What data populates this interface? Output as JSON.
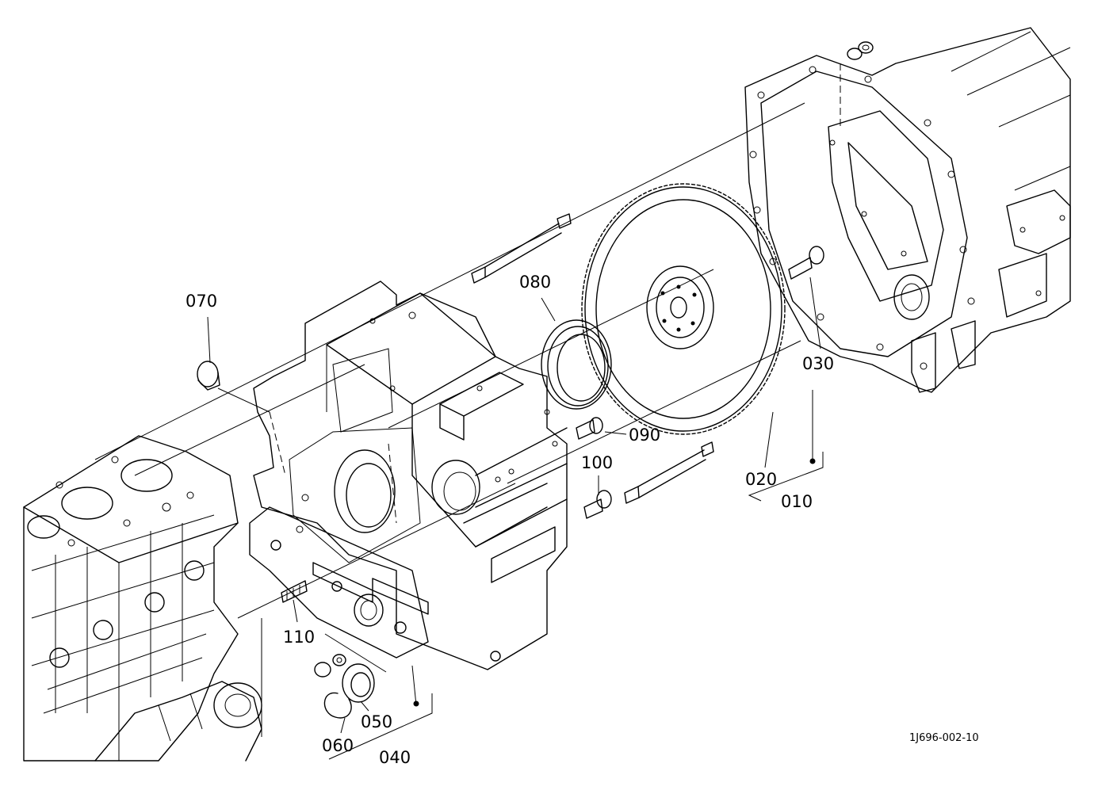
{
  "callouts": [
    {
      "id": "010",
      "text": "010"
    },
    {
      "id": "020",
      "text": "020"
    },
    {
      "id": "030",
      "text": "030"
    },
    {
      "id": "040",
      "text": "040"
    },
    {
      "id": "050",
      "text": "050"
    },
    {
      "id": "060",
      "text": "060"
    },
    {
      "id": "070",
      "text": "070"
    },
    {
      "id": "080",
      "text": "080"
    },
    {
      "id": "090",
      "text": "090"
    },
    {
      "id": "100",
      "text": "100"
    },
    {
      "id": "110",
      "text": "110"
    }
  ],
  "figure_code": "1J696-002-10"
}
